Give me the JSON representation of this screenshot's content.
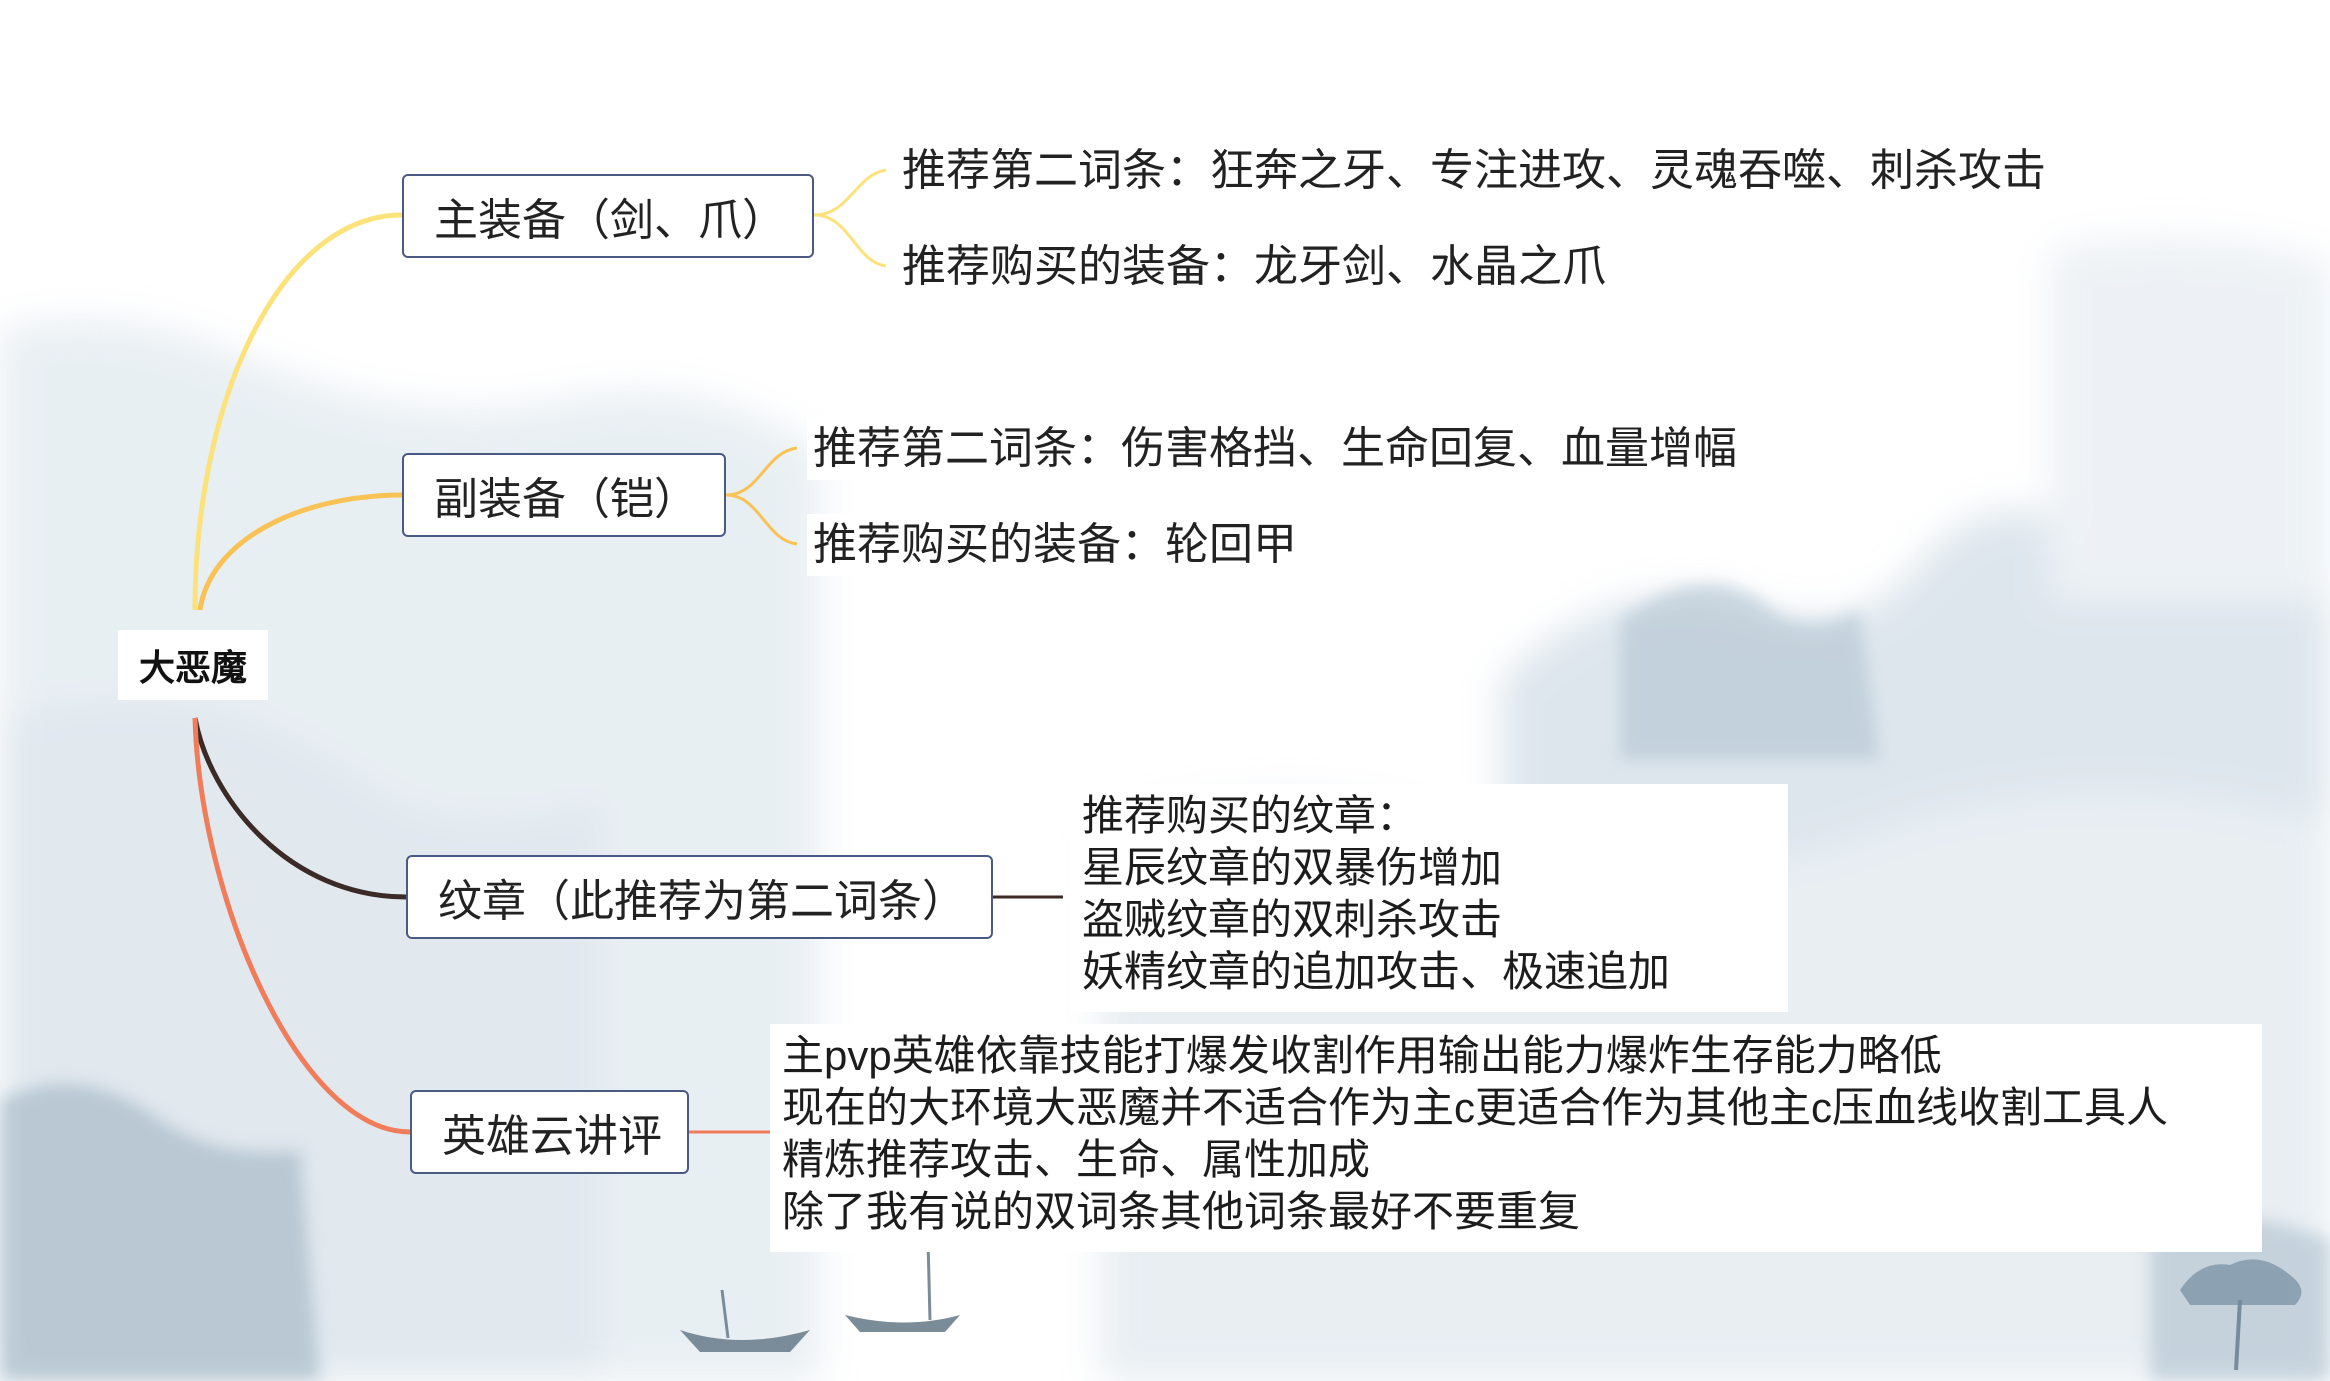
{
  "root": {
    "label": "大恶魔"
  },
  "branches": [
    {
      "label": "主装备（剑、爪）",
      "color": "#fbe27a",
      "items": [
        "推荐第二词条：狂奔之牙、专注进攻、灵魂吞噬、刺杀攻击",
        "推荐购买的装备：龙牙剑、水晶之爪"
      ]
    },
    {
      "label": "副装备（铠）",
      "color": "#f8c254",
      "items": [
        "推荐第二词条：伤害格挡、生命回复、血量增幅",
        "推荐购买的装备：轮回甲"
      ]
    },
    {
      "label": "纹章（此推荐为第二词条）",
      "color": "#3b2a26",
      "lines": [
        "推荐购买的纹章：",
        "星辰纹章的双暴伤增加",
        "盗贼纹章的双刺杀攻击",
        "妖精纹章的追加攻击、极速追加"
      ]
    },
    {
      "label": "英雄云讲评",
      "color": "#f07c5a",
      "lines": [
        "主pvp英雄依靠技能打爆发收割作用输出能力爆炸生存能力略低",
        "现在的大环境大恶魔并不适合作为主c更适合作为其他主c压血线收割工具人",
        "精炼推荐攻击、生命、属性加成",
        "除了我有说的双词条其他词条最好不要重复"
      ]
    }
  ]
}
